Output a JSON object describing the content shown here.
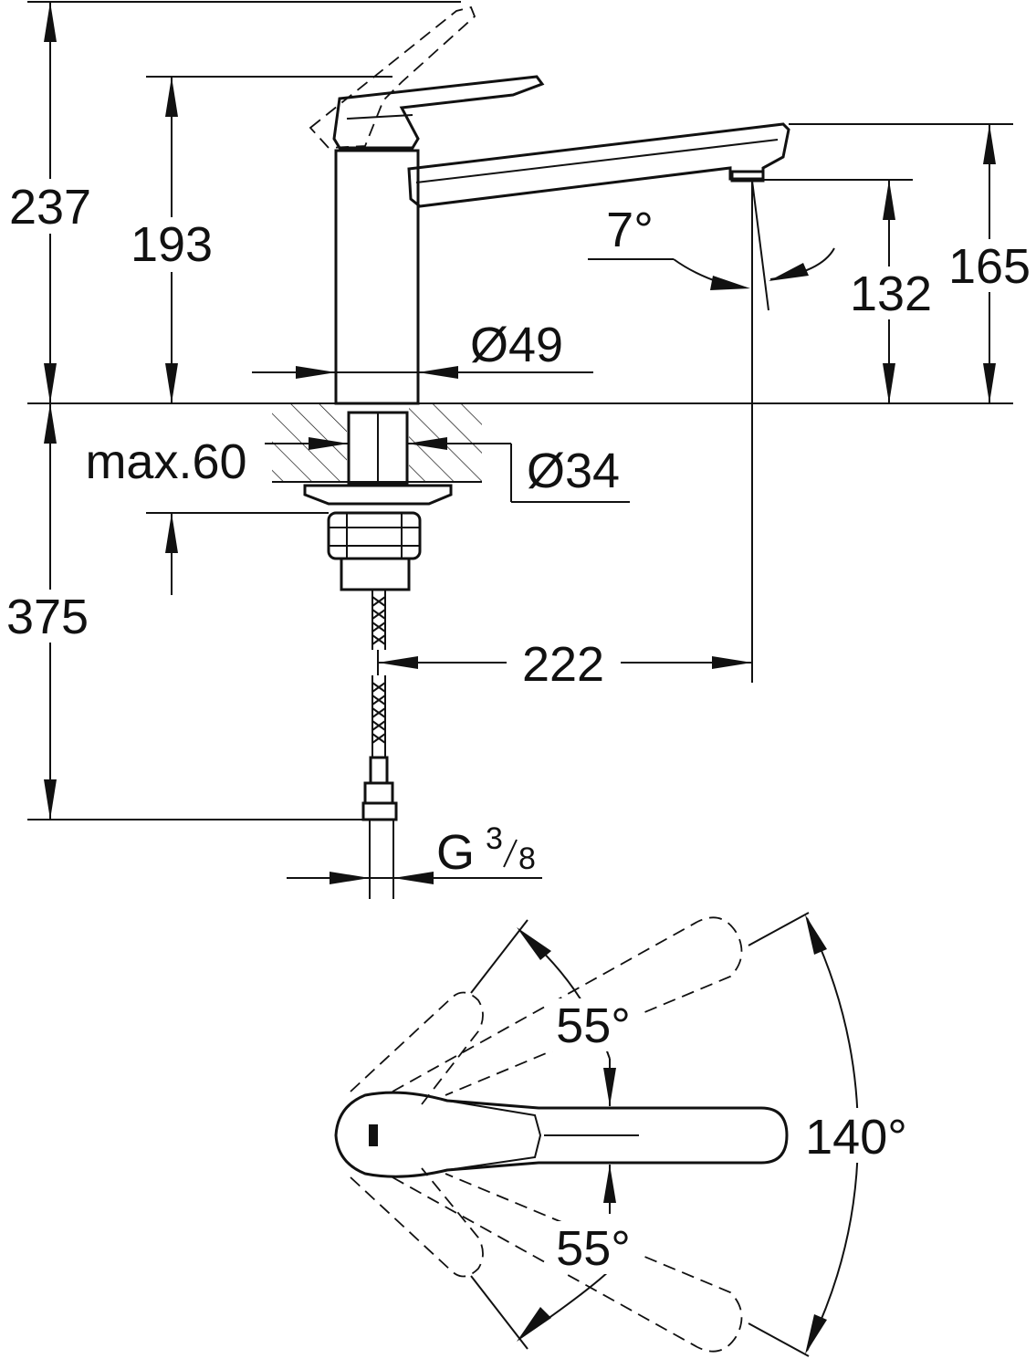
{
  "side_view": {
    "total_height": "237",
    "lever_height": "193",
    "spout_height": "165",
    "outlet_height": "132",
    "spout_angle": "7°",
    "body_diameter": "Ø49",
    "shank_diameter": "Ø34",
    "max_deck": "max.60",
    "below_deck": "375",
    "reach": "222",
    "connection_main": "G",
    "connection_num": "3",
    "connection_den": "8"
  },
  "top_view": {
    "angle_up": "55°",
    "angle_down": "55°",
    "angle_total": "140°"
  }
}
